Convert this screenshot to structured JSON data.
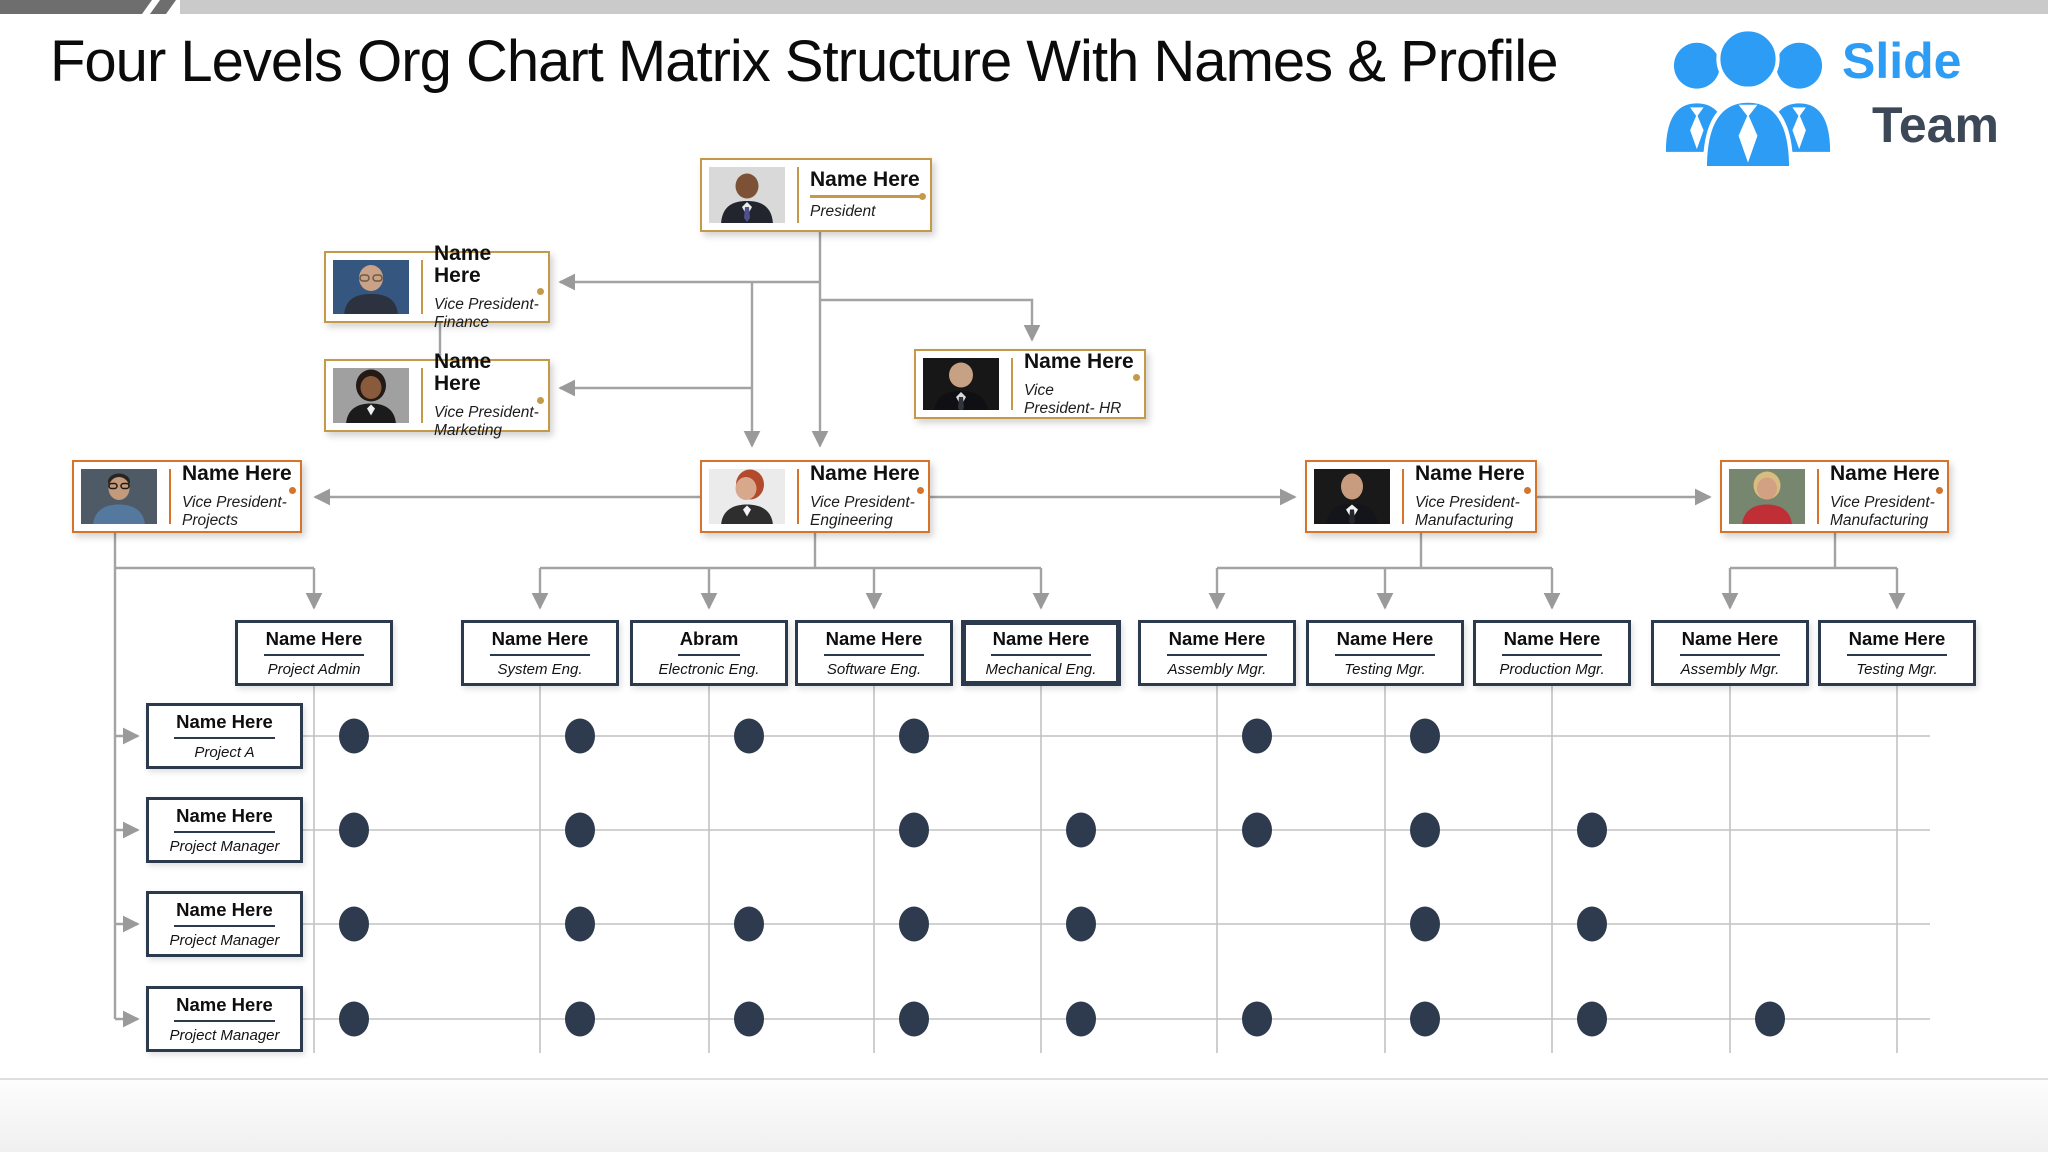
{
  "title": "Four Levels Org Chart Matrix Structure With Names & Profile",
  "logo": {
    "slide": "Slide",
    "team": "Team"
  },
  "nodes": {
    "president": {
      "name": "Name Here",
      "role": "President"
    },
    "vp_finance": {
      "name": "Name Here",
      "role": "Vice President-\nFinance"
    },
    "vp_marketing": {
      "name": "Name Here",
      "role": "Vice President-\nMarketing"
    },
    "vp_hr": {
      "name": "Name Here",
      "role": "Vice\nPresident- HR"
    },
    "vp_projects": {
      "name": "Name Here",
      "role": "Vice President-\nProjects"
    },
    "vp_engineering": {
      "name": "Name Here",
      "role": "Vice President-\nEngineering"
    },
    "vp_manufacturing_1": {
      "name": "Name Here",
      "role": "Vice President-\nManufacturing"
    },
    "vp_manufacturing_2": {
      "name": "Name Here",
      "role": "Vice President-\nManufacturing"
    }
  },
  "departments": [
    {
      "name": "Name Here",
      "role": "Project Admin"
    },
    {
      "name": "Name Here",
      "role": "System Eng."
    },
    {
      "name": "Abram",
      "role": "Electronic Eng."
    },
    {
      "name": "Name Here",
      "role": "Software Eng."
    },
    {
      "name": "Name Here",
      "role": "Mechanical Eng."
    },
    {
      "name": "Name Here",
      "role": "Assembly Mgr."
    },
    {
      "name": "Name Here",
      "role": "Testing Mgr."
    },
    {
      "name": "Name Here",
      "role": "Production Mgr."
    },
    {
      "name": "Name Here",
      "role": "Assembly Mgr."
    },
    {
      "name": "Name Here",
      "role": "Testing Mgr."
    }
  ],
  "projects": [
    {
      "name": "Name Here",
      "role": "Project A"
    },
    {
      "name": "Name Here",
      "role": "Project Manager"
    },
    {
      "name": "Name Here",
      "role": "Project Manager"
    },
    {
      "name": "Name Here",
      "role": "Project Manager"
    }
  ],
  "chart_data": {
    "type": "matrix",
    "rows": [
      "Project A",
      "Project Manager",
      "Project Manager",
      "Project Manager"
    ],
    "columns": [
      "Project Admin",
      "System Eng.",
      "Electronic Eng.",
      "Software Eng.",
      "Mechanical Eng.",
      "Assembly Mgr.",
      "Testing Mgr.",
      "Production Mgr.",
      "Assembly Mgr.",
      "Testing Mgr."
    ],
    "marks": [
      [
        1,
        1,
        1,
        1,
        0,
        1,
        1,
        0,
        0,
        0
      ],
      [
        1,
        1,
        0,
        1,
        1,
        1,
        1,
        1,
        0,
        0
      ],
      [
        1,
        1,
        1,
        1,
        1,
        0,
        1,
        1,
        0,
        0
      ],
      [
        1,
        1,
        1,
        1,
        1,
        1,
        1,
        1,
        1,
        0
      ]
    ]
  },
  "colors": {
    "accent_gold": "#C49A4A",
    "accent_orange": "#D5752B",
    "box_navy": "#2B3A4D",
    "dot_navy": "#2E3B4E",
    "logo_blue": "#2D9CF4",
    "logo_dark": "#3C4858",
    "connector_gray": "#A3A3A3"
  }
}
